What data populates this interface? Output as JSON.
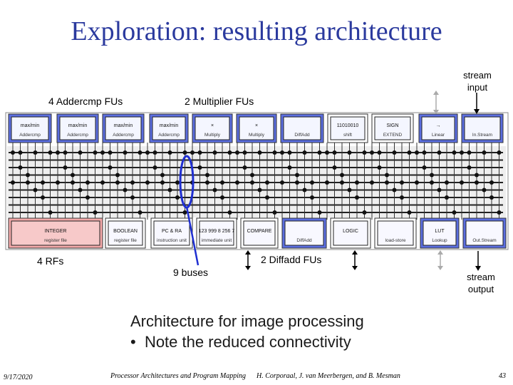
{
  "slide": {
    "title": "Exploration: resulting architecture",
    "labels": {
      "addercmp": "4 Addercmp FUs",
      "multiplier": "2 Multiplier FUs",
      "stream_input": "stream input",
      "rfs": "4 RFs",
      "diffadd": "2 Diffadd FUs",
      "buses": "9 buses",
      "stream_output": "stream output"
    },
    "body_line1": "Architecture for image processing",
    "body_line2": "Note the reduced connectivity",
    "footer": {
      "date": "9/17/2020",
      "course": "Processor Architectures and Program Mapping",
      "authors": "H. Corporaal, J. van Meerbergen, and B. Mesman",
      "page": "43"
    }
  },
  "diagram": {
    "top_units": [
      {
        "name": "max/min",
        "sub": "Addercmp"
      },
      {
        "name": "max/min",
        "sub": "Addercmp"
      },
      {
        "name": "max/min",
        "sub": "Addercmp"
      },
      {
        "name": "max/min",
        "sub": "Addercmp"
      },
      {
        "name": "×",
        "sub": "Multiply"
      },
      {
        "name": "×",
        "sub": "Multiply"
      },
      {
        "name": "",
        "sub": "DiffAdd"
      },
      {
        "name": "11010010",
        "sub": "shift"
      },
      {
        "name": "SIGN",
        "sub": "EXTEND"
      },
      {
        "name": "→",
        "sub": "Linear"
      },
      {
        "name": "",
        "sub": "In.Stream"
      }
    ],
    "bottom_units": [
      {
        "name": "INTEGER",
        "sub": "register file"
      },
      {
        "name": "BOOLEAN",
        "sub": "register file"
      },
      {
        "name": "PC & RA",
        "sub": "instruction unit"
      },
      {
        "name": "123 999 8 256 7",
        "sub": "immediate unit"
      },
      {
        "name": "COMPARE",
        "sub": ""
      },
      {
        "name": "",
        "sub": "DiffAdd"
      },
      {
        "name": "LOGIC",
        "sub": ""
      },
      {
        "name": "",
        "sub": "load-store"
      },
      {
        "name": "LUT",
        "sub": "Lookup"
      },
      {
        "name": "",
        "sub": "Out.Stream"
      }
    ],
    "colors": {
      "fu_fill": "#5b6ee0",
      "rf_fill": "#f2a8a8",
      "bus_fill": "#eeeeee",
      "title": "#2b3a9e",
      "highlight": "#1f2fd1"
    }
  }
}
